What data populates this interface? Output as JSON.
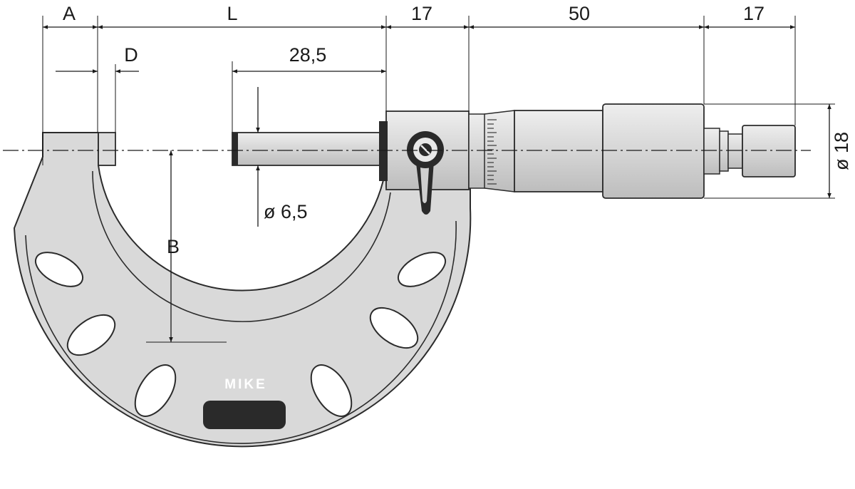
{
  "dimensions": {
    "anvil_offset": "A",
    "anvil_width": "D",
    "range": "L",
    "spindle_length": "28,5",
    "spindle_diameter": "ø 6,5",
    "frame_depth": "B",
    "sleeve_length": "17",
    "thimble_length": "50",
    "ratchet_length": "17",
    "thimble_diameter": "ø 18"
  },
  "brand": {
    "logo": "MIKE"
  },
  "colors": {
    "frame": "#d9d9d9",
    "outline": "#2b2b2b",
    "dimension": "#1a1a1a"
  }
}
